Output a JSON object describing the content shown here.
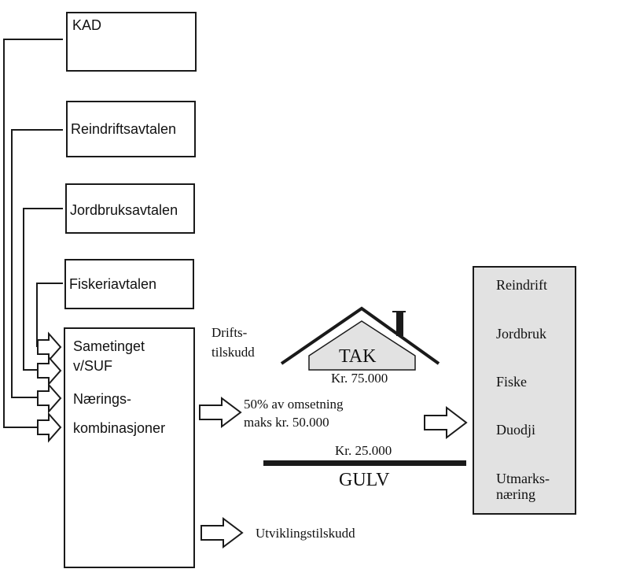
{
  "sources": [
    {
      "label": "KAD"
    },
    {
      "label": "Reindriftsavtalen"
    },
    {
      "label": "Jordbruksavtalen"
    },
    {
      "label": "Fiskeriavtalen"
    }
  ],
  "central_box": {
    "line1": "Sametinget",
    "line2": "v/SUF",
    "line3": "Nærings-",
    "line4": "kombinasjoner"
  },
  "drift": {
    "label_line1": "Drifts-",
    "label_line2": "tilskudd",
    "roof_label": "TAK",
    "roof_amount": "Kr. 75.000",
    "share_line1": "50% av omsetning",
    "share_line2": "maks kr. 50.000",
    "floor_amount": "Kr. 25.000",
    "floor_label": "GULV"
  },
  "development": {
    "label": "Utviklingstilskudd"
  },
  "sectors": [
    {
      "label": "Reindrift"
    },
    {
      "label": "Jordbruk"
    },
    {
      "label": "Fiske"
    },
    {
      "label": "Duodji"
    },
    {
      "label": "Utmarks-\nnæring",
      "line1": "Utmarks-",
      "line2": "næring"
    }
  ],
  "colors": {
    "stroke": "#1a1a1a",
    "fill_grey": "#e2e2e2",
    "background": "#ffffff"
  }
}
